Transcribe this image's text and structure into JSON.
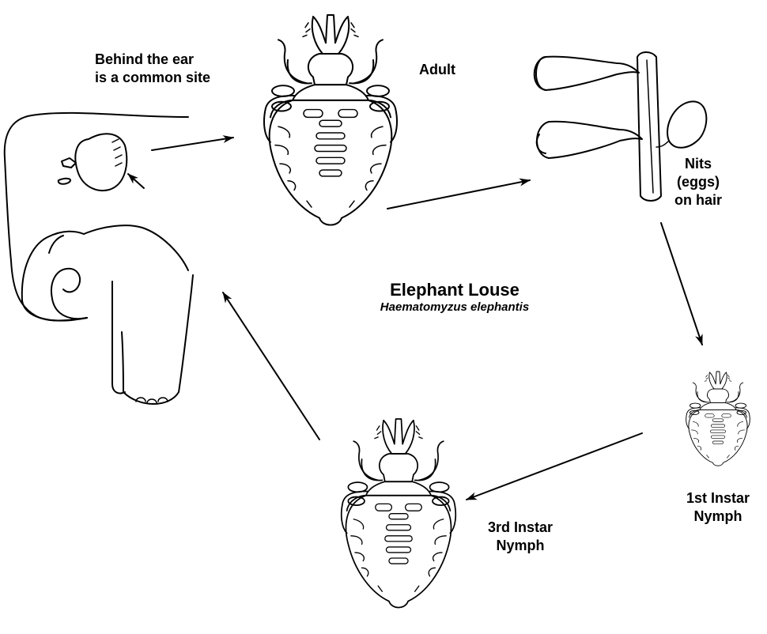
{
  "title": "Elephant Louse",
  "scientific_name": "Haematomyzus elephantis",
  "labels": {
    "behind_ear_line1": "Behind the ear",
    "behind_ear_line2": "is a common site",
    "adult": "Adult",
    "nits_line1": "Nits",
    "nits_line2": "(eggs)",
    "nits_line3": "on hair",
    "first_instar_line1": "1st Instar",
    "first_instar_line2": "Nymph",
    "third_instar_line1": "3rd Instar",
    "third_instar_line2": "Nymph"
  },
  "icons": {
    "elephant": "elephant-icon",
    "adult_louse": "louse-adult-icon",
    "nits": "nits-on-hair-icon",
    "first_instar": "louse-nymph-icon",
    "third_instar": "louse-nymph-icon"
  },
  "colors": {
    "ink": "#000000",
    "background": "#ffffff"
  }
}
